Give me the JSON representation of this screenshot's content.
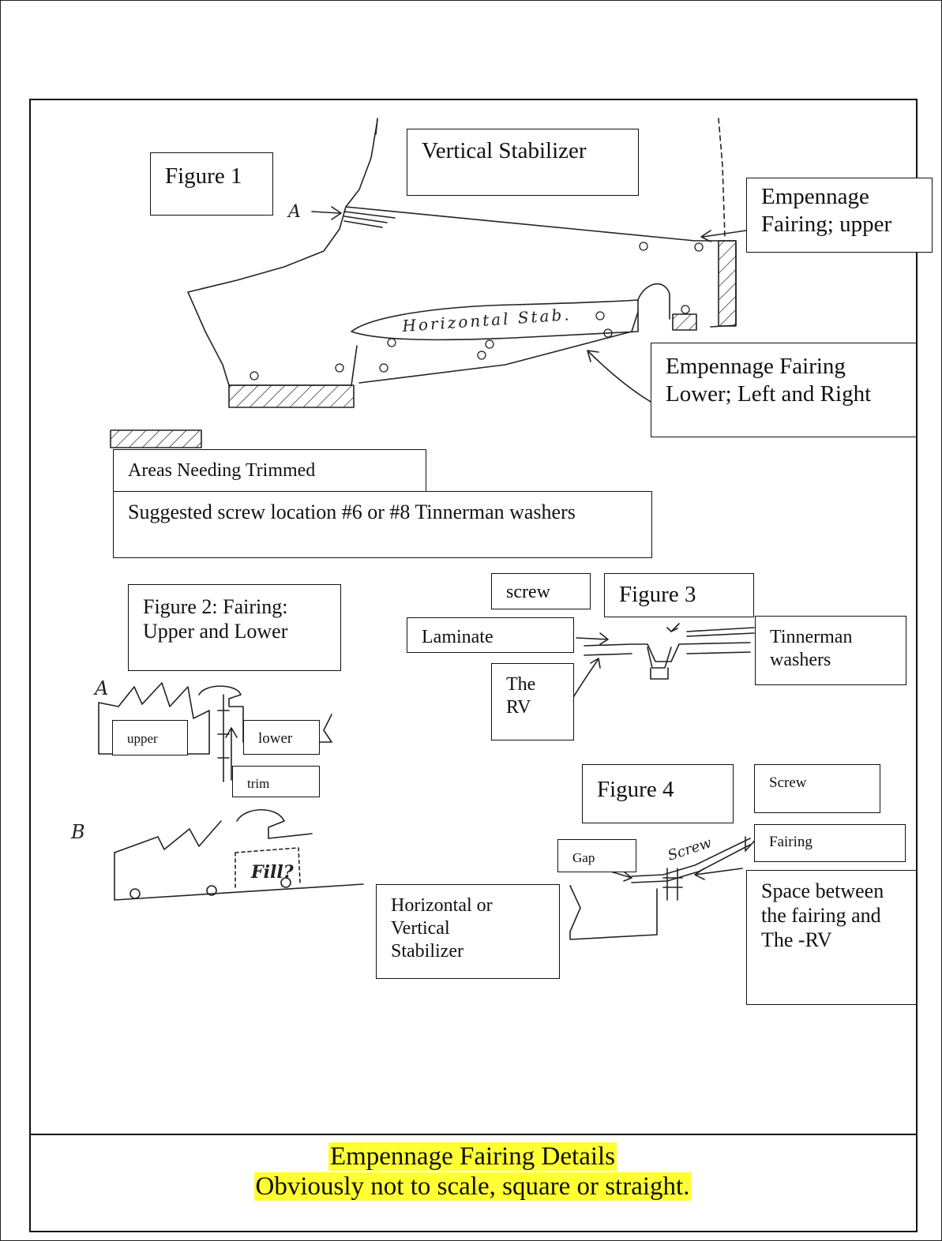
{
  "colors": {
    "highlight": "#ffff33",
    "ink": "#111111"
  },
  "figure1": {
    "label": "Figure 1",
    "vertical_stabilizer": "Vertical Stabilizer",
    "callout_a": "A",
    "horizontal_stab_sketch": "Horizontal Stab.",
    "empennage_upper": "Empennage\nFairing; upper",
    "empennage_lower": "Empennage Fairing\nLower; Left and Right"
  },
  "legend": {
    "areas_trimmed": "Areas Needing Trimmed",
    "screw_location": "Suggested screw location #6 or #8 Tinnerman washers"
  },
  "figure2": {
    "label": "Figure 2:  Fairing:\nUpper and Lower",
    "sketch_a": "A",
    "sketch_b": "B",
    "upper": "upper",
    "lower": "lower",
    "trim": "trim",
    "fill": "Fill?"
  },
  "figure3": {
    "label": "Figure 3",
    "screw": "screw",
    "laminate": "Laminate",
    "the_rv": "The\nRV",
    "tinnerman": "Tinnerman\nwashers"
  },
  "figure4": {
    "label": "Figure 4",
    "screw": "Screw",
    "screw_sketch": "Screw",
    "fairing": "Fairing",
    "gap": "Gap",
    "stabilizer": "Horizontal or\nVertical\nStabilizer",
    "space": "Space between\nthe fairing and\nThe -RV"
  },
  "caption": {
    "line1": "Empennage Fairing Details",
    "line2": "Obviously not to scale, square or straight."
  }
}
